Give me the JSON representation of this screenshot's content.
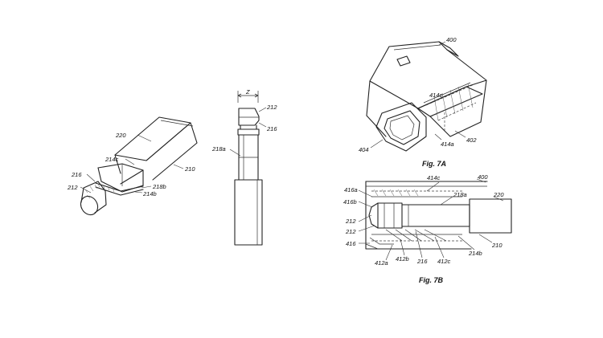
{
  "figures": {
    "fig7a_caption": "Fig. 7A",
    "fig7b_caption": "Fig. 7B"
  },
  "labels": {
    "p220": "220",
    "p214c": "214c",
    "p216": "216",
    "p212": "212",
    "p218b": "218b",
    "p214b": "214b",
    "p210": "210",
    "s_z": "Z",
    "s212": "212",
    "s216": "216",
    "s218a": "218a",
    "a400": "400",
    "a414c": "414c",
    "a414a": "414a",
    "a402": "402",
    "a404": "404",
    "b416a": "416a",
    "b416b": "416b",
    "b414c": "414c",
    "b400": "400",
    "b218a": "218a",
    "b220": "220",
    "b212a": "212",
    "b212b": "212",
    "b416": "416",
    "b412a": "412a",
    "b412b": "412b",
    "b216": "216",
    "b412c": "412c",
    "b214b": "214b",
    "b210": "210"
  }
}
